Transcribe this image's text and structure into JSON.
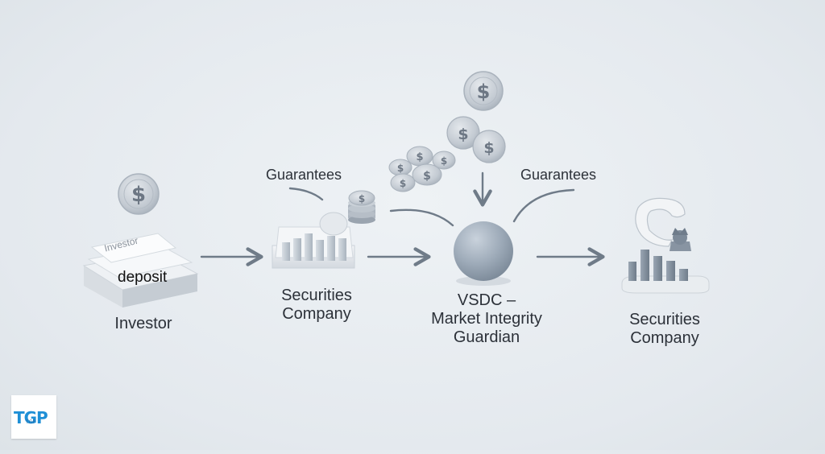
{
  "diagram": {
    "nodes": {
      "investor": {
        "label": "Investor",
        "tag": "Investor",
        "deposit": "deposit"
      },
      "securities_company_1": {
        "label_line1": "Securities",
        "label_line2": "Company"
      },
      "vsdc": {
        "label_line1": "VSDC –",
        "label_line2": "Market Integrity",
        "label_line3": "Guardian"
      },
      "securities_company_2": {
        "label_line1": "Securities",
        "label_line2": "Company"
      }
    },
    "edges": {
      "guarantees_left": "Guarantees",
      "guarantees_right": "Guarantees"
    },
    "coin_symbol": "$"
  },
  "logo": {
    "text": "TGP",
    "subtext": "TGP"
  },
  "colors": {
    "background": "#e6ebef",
    "arrow": "#6f7b88",
    "coin_face": "#c4cbd3",
    "sphere": "#9aa7b5",
    "text": "#2c3139",
    "logo_blue": "#1e8fd6"
  }
}
